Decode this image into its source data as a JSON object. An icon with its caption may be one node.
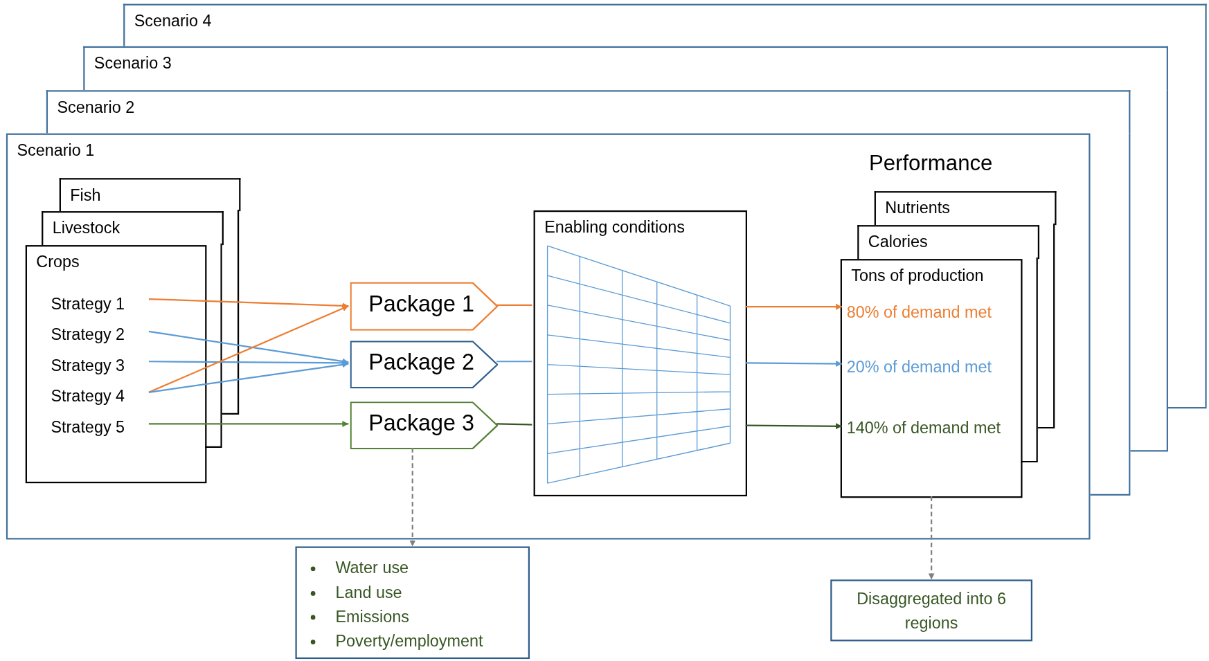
{
  "diagram": {
    "nodes": [
      {
        "text": [
          "Scenario 4"
        ]
      },
      {
        "text": [
          "Scenario 3"
        ]
      },
      {
        "text": [
          "Scenario 2"
        ]
      },
      {
        "text": [
          "Scenario 1"
        ]
      },
      {
        "text": [
          "Fish"
        ],
        "in": 3
      },
      {
        "text": [
          "Livestock"
        ],
        "in": 3
      },
      {
        "text": [
          "Crops"
        ],
        "in": 3
      },
      {
        "text": [
          "Strategy 1"
        ],
        "in": 6
      },
      {
        "text": [
          "Strategy 2"
        ],
        "in": 6
      },
      {
        "text": [
          "Strategy 3"
        ],
        "in": 6
      },
      {
        "text": [
          "Strategy 4"
        ],
        "in": 6
      },
      {
        "text": [
          "Strategy 5"
        ],
        "in": 6
      },
      {
        "text": [
          "Package 1"
        ],
        "in": 3
      },
      {
        "text": [
          "Package 2"
        ],
        "in": 3
      },
      {
        "text": [
          "Package 3"
        ],
        "in": 3
      },
      {
        "text": [
          "Enabling conditions"
        ],
        "in": 3
      },
      {
        "text": [
          "Nutrients"
        ],
        "in": 3
      },
      {
        "text": [
          "Calories"
        ],
        "in": 3
      },
      {
        "text": [
          "Tons of production"
        ],
        "in": 3
      },
      {
        "text": [
          "80% of demand met"
        ],
        "in": 18
      },
      {
        "text": [
          "20% of demand met"
        ],
        "in": 18
      },
      {
        "text": [
          "140% of demand met"
        ],
        "in": 18
      },
      {
        "text": [
          "Water use",
          "Land use",
          "Emissions",
          "Poverty/employment"
        ]
      },
      {
        "text": [
          "Disaggregated into  6 regions"
        ]
      }
    ],
    "edges": [
      {
        "from": 7,
        "to": 12,
        "arrow": "to",
        "color": "#ed7d31"
      },
      {
        "from": 8,
        "to": 13,
        "arrow": "to",
        "color": "#5b9bd5"
      },
      {
        "from": 9,
        "to": 13,
        "arrow": "to",
        "color": "#5b9bd5"
      },
      {
        "from": 10,
        "to": 12,
        "arrow": "to",
        "color": "#ed7d31"
      },
      {
        "from": 10,
        "to": 13,
        "arrow": "to",
        "color": "#5b9bd5"
      },
      {
        "from": 11,
        "to": 14,
        "arrow": "to",
        "color": "#548235"
      },
      {
        "from": 12,
        "to": 15,
        "arrow": "none",
        "color": "#ed7d31"
      },
      {
        "from": 13,
        "to": 15,
        "arrow": "none",
        "color": "#5b9bd5"
      },
      {
        "from": 14,
        "to": 15,
        "arrow": "none",
        "color": "#375623"
      },
      {
        "from": 15,
        "to": 19,
        "arrow": "to",
        "color": "#ed7d31"
      },
      {
        "from": 15,
        "to": 20,
        "arrow": "to",
        "color": "#5b9bd5"
      },
      {
        "from": 15,
        "to": 21,
        "arrow": "to",
        "color": "#375623"
      },
      {
        "from": 14,
        "to": 22,
        "arrow": "to",
        "style": "dashed",
        "color": "#808080"
      },
      {
        "from": 18,
        "to": 23,
        "arrow": "to",
        "style": "dashed",
        "color": "#808080"
      }
    ],
    "labels": [
      "Performance"
    ]
  }
}
